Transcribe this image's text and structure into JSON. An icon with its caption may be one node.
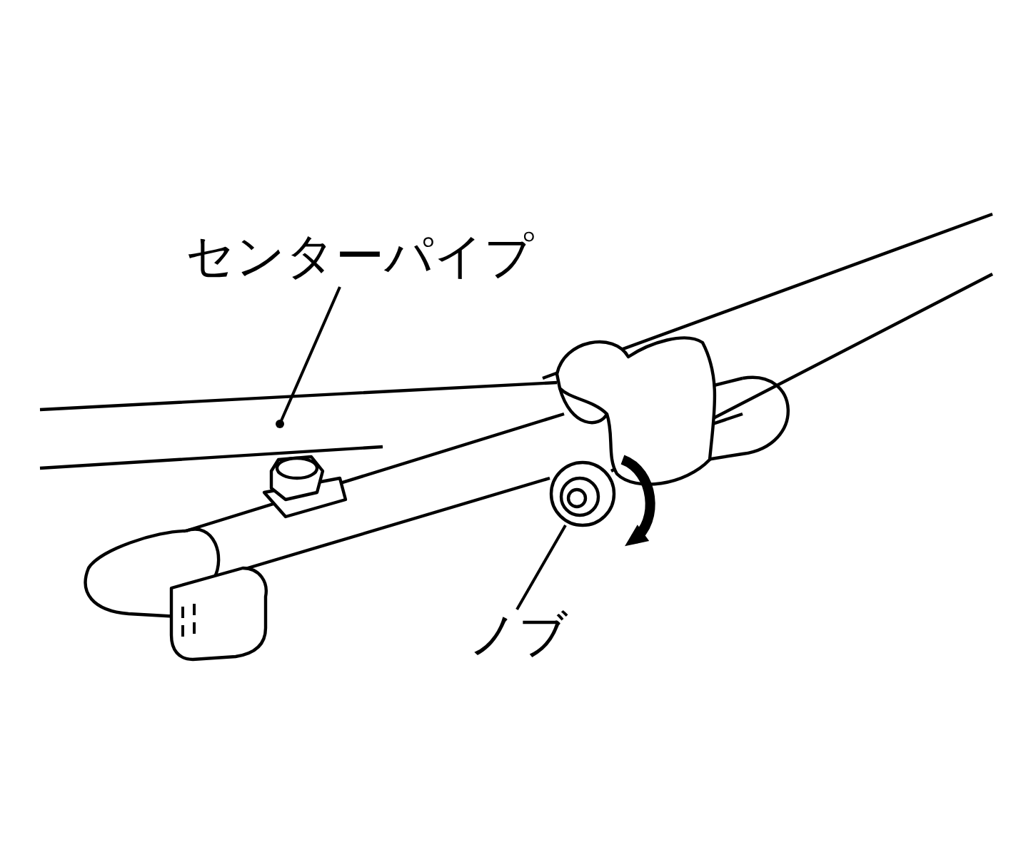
{
  "diagram": {
    "nodes": [
      {
        "text": [
          "センターパイプ"
        ]
      },
      {
        "text": [
          "ノブ"
        ]
      }
    ],
    "edges": [
      {
        "from": 0,
        "to": null,
        "arrow": "other"
      },
      {
        "from": 1,
        "to": null,
        "arrow": "none"
      }
    ]
  }
}
